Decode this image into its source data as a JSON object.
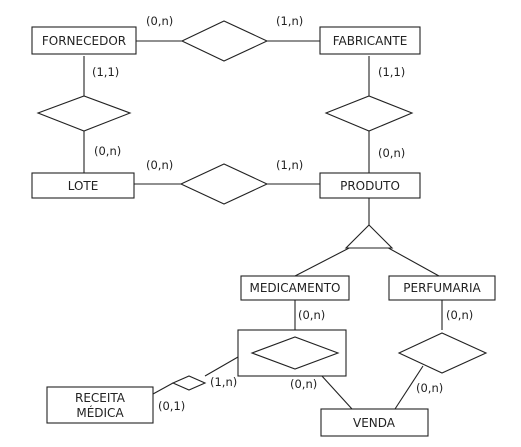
{
  "diagram": {
    "entities": {
      "fornecedor": "FORNECEDOR",
      "fabricante": "FABRICANTE",
      "lote": "LOTE",
      "produto": "PRODUTO",
      "medicamento": "MEDICAMENTO",
      "perfumaria": "PERFUMARIA",
      "receita_line1": "RECEITA",
      "receita_line2": "MÉDICA",
      "venda": "VENDA"
    },
    "cardinalities": {
      "fornecedor_fabricante_left": "(0,n)",
      "fornecedor_fabricante_right": "(1,n)",
      "fornecedor_lote_top": "(1,1)",
      "fornecedor_lote_bottom": "(0,n)",
      "fabricante_produto_top": "(1,1)",
      "fabricante_produto_bottom": "(0,n)",
      "lote_produto_left": "(0,n)",
      "lote_produto_right": "(1,n)",
      "medicamento_venda_top": "(0,n)",
      "medicamento_venda_bottom": "(0,n)",
      "receita_side": "(1,n)",
      "receita_bottom": "(0,1)",
      "perfumaria_venda_top": "(0,n)",
      "perfumaria_venda_bottom": "(0,n)"
    }
  }
}
